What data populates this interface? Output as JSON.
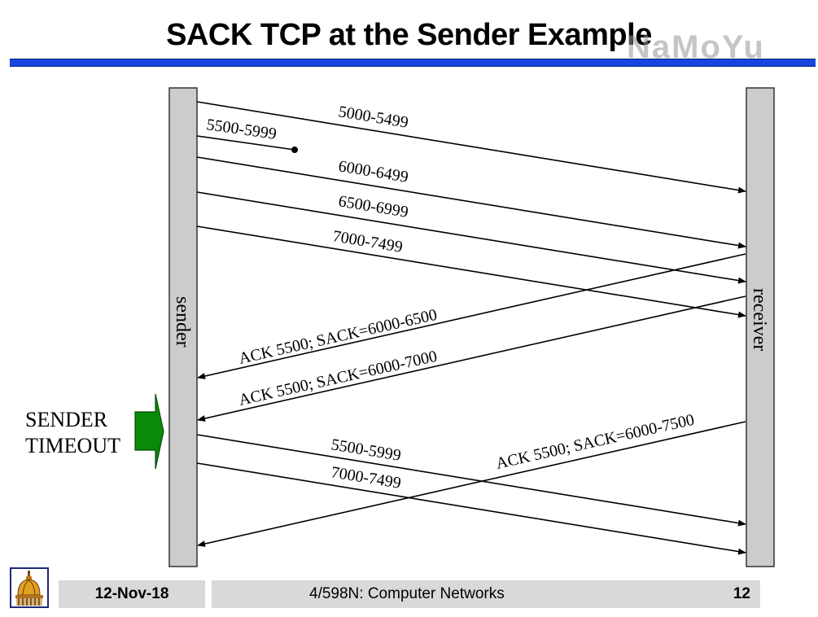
{
  "slide": {
    "title": "SACK TCP at the Sender Example",
    "watermark": "NaMoYu",
    "accent_color": "#1646e0"
  },
  "lanes": {
    "sender": "sender",
    "receiver": "receiver"
  },
  "timeout": {
    "line1": "SENDER",
    "line2": "TIMEOUT",
    "arrow_color": "#0a8a0a"
  },
  "messages": [
    {
      "label": "5000-5499",
      "direction": "sender-to-receiver",
      "status": "delivered"
    },
    {
      "label": "5500-5999",
      "direction": "sender-to-receiver",
      "status": "lost"
    },
    {
      "label": "6000-6499",
      "direction": "sender-to-receiver",
      "status": "delivered"
    },
    {
      "label": "6500-6999",
      "direction": "sender-to-receiver",
      "status": "delivered"
    },
    {
      "label": "7000-7499",
      "direction": "sender-to-receiver",
      "status": "delivered"
    },
    {
      "label": "ACK 5500; SACK=6000-6500",
      "direction": "receiver-to-sender",
      "status": "delivered"
    },
    {
      "label": "ACK 5500; SACK=6000-7000",
      "direction": "receiver-to-sender",
      "status": "delivered"
    },
    {
      "label": "5500-5999",
      "direction": "sender-to-receiver",
      "status": "retransmitted"
    },
    {
      "label": "7000-7499",
      "direction": "sender-to-receiver",
      "status": "retransmitted"
    },
    {
      "label": "ACK 5500; SACK=6000-7500",
      "direction": "receiver-to-sender",
      "status": "delivered"
    }
  ],
  "footer": {
    "date": "12-Nov-18",
    "course": "4/598N: Computer Networks",
    "page": "12"
  }
}
